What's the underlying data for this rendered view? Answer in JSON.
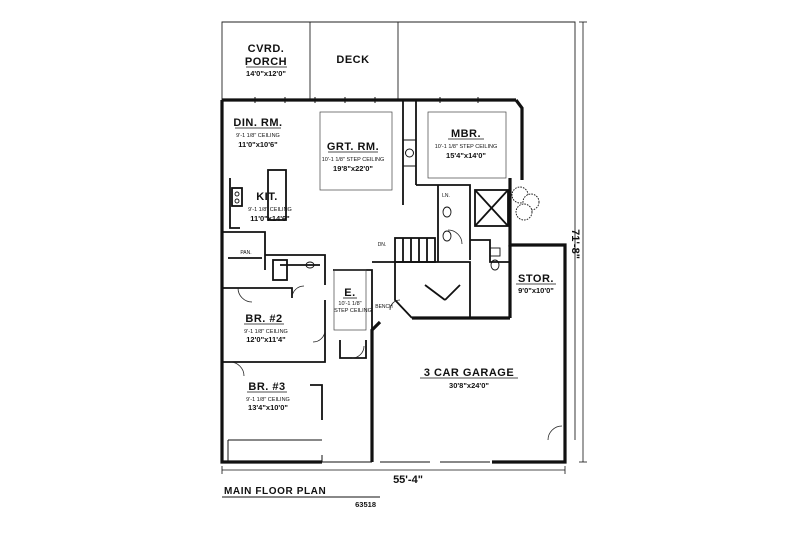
{
  "plan": {
    "title": "MAIN FLOOR PLAN",
    "plan_number": "63518",
    "overall_width": "55'-4\"",
    "overall_depth": "71'-8\""
  },
  "rooms": {
    "porch": {
      "name_line1": "CVRD.",
      "name_line2": "PORCH",
      "size": "14'0\"x12'0\""
    },
    "deck": {
      "name": "DECK"
    },
    "din": {
      "name": "DIN. RM.",
      "ceiling": "9'-1 1/8\" CEILING",
      "size": "11'0\"x10'6\""
    },
    "grt": {
      "name": "GRT. RM.",
      "ceiling": "10'-1 1/8\" STEP CEILING",
      "size": "19'8\"x22'0\""
    },
    "mbr": {
      "name": "MBR.",
      "ceiling": "10'-1 1/8\" STEP CEILING",
      "size": "15'4\"x14'0\""
    },
    "kit": {
      "name": "KIT.",
      "ceiling": "9'-1 1/8\" CEILING",
      "size": "11'0\"x14'6\""
    },
    "pan": {
      "name": "PAN."
    },
    "dn": {
      "name": "DN."
    },
    "ln": {
      "name": "LN."
    },
    "e": {
      "name": "E.",
      "ceiling_line1": "10'-1 1/8\"",
      "ceiling_line2": "STEP CEILING"
    },
    "bench": {
      "name": "BENCH"
    },
    "br2": {
      "name": "BR. #2",
      "ceiling": "9'-1 1/8\" CEILING",
      "size": "12'0\"x11'4\""
    },
    "br3": {
      "name": "BR. #3",
      "ceiling": "9'-1 1/8\" CEILING",
      "size": "13'4\"x10'0\""
    },
    "stor": {
      "name": "STOR.",
      "size": "9'0\"x10'0\""
    },
    "garage": {
      "name": "3 CAR GARAGE",
      "size": "30'8\"x24'0\""
    }
  }
}
